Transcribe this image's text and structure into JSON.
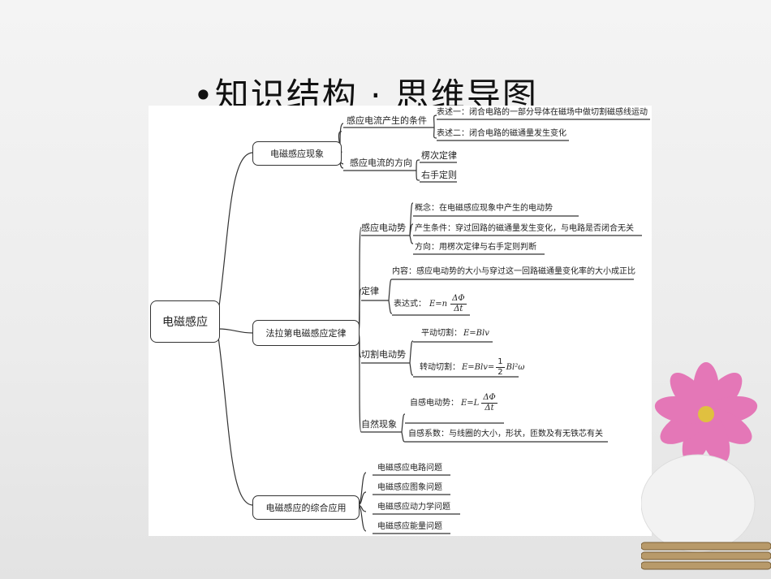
{
  "slide": {
    "title": "•知识结构 · 思维导图"
  },
  "mindmap": {
    "root": "电磁感应",
    "branch1": {
      "label": "电磁感应现象",
      "sub1": {
        "label": "感应电流产生的条件",
        "items": [
          "表述一：闭合电路的一部分导体在磁场中做切割磁感线运动",
          "表述二：闭合电路的磁通量发生变化"
        ]
      },
      "sub2": {
        "label": "感应电流的方向",
        "items": [
          "楞次定律",
          "右手定则"
        ]
      }
    },
    "branch2": {
      "label": "法拉第电磁感应定律",
      "sub1": {
        "label": "感应电动势",
        "items": [
          "概念：在电磁感应现象中产生的电动势",
          "产生条件：穿过回路的磁通量发生变化，与电路是否闭合无关",
          "方向：用楞次定律与右手定则判断"
        ]
      },
      "sub2": {
        "label": "定律",
        "content": "内容：感应电动势的大小与穿过这一回路磁通量变化率的大小成正比",
        "expr_label": "表达式：",
        "expr_lhs": "E=n",
        "expr_num": "ΔΦ",
        "expr_den": "Δt"
      },
      "sub3": {
        "label": "切割电动势",
        "item1_label": "平动切割：",
        "item1_formula": "E=Blv",
        "item2_label": "转动切割：",
        "item2_formula": "E=Blv=",
        "item2_num": "1",
        "item2_den": "2",
        "item2_tail": "Bl²ω"
      },
      "sub4": {
        "label": "自然现象",
        "item1_label": "自感电动势：",
        "item1_lhs": "E=L",
        "item1_num": "ΔΦ",
        "item1_den": "Δt",
        "item2": "自感系数：与线圈的大小，形状，匝数及有无铁芯有关"
      }
    },
    "branch3": {
      "label": "电磁感应的综合应用",
      "items": [
        "电磁感应电路问题",
        "电磁感应图象问题",
        "电磁感应动力学问题",
        "电磁感应能量问题"
      ]
    }
  }
}
